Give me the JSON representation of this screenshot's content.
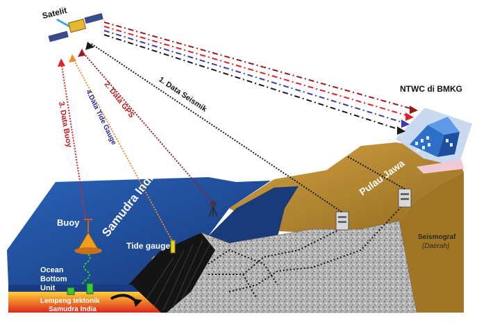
{
  "labels": {
    "satelit": "Satelit",
    "ntwc": "NTWC di BMKG",
    "data_seismik": "1. Data Seismik",
    "data_gps": "2. Data GPS",
    "data_buoy": "3. Data Buoy",
    "data_tide": "4.Data Tide Gauge",
    "samudra_india": "Samudra India",
    "pulau_jawa": "Pulau Jawa",
    "buoy": "Buoy",
    "tide_gauge": "Tide gauge",
    "obu_line1": "Ocean",
    "obu_line2": "Bottom",
    "obu_line3": "Unit",
    "plate_line1": "Lempeng tektonik",
    "plate_line2": "Samudra India",
    "seismograf": "Seismograf",
    "daerah": "(Daerah)"
  },
  "colors": {
    "ocean": "#1f4fa0",
    "ocean_light": "#3f7fd0",
    "land": "#b8882c",
    "land_dark": "#8a6620",
    "rock": "#9a9a9a",
    "plate": "#e8562a",
    "buoy_link": "#e0202a",
    "gps_link": "#9a1a2a",
    "tide_link": "#f08a2a",
    "seismic_link": "#1a1a1a",
    "label_red": "#c41a1a",
    "label_blue": "#2a2a9a"
  }
}
